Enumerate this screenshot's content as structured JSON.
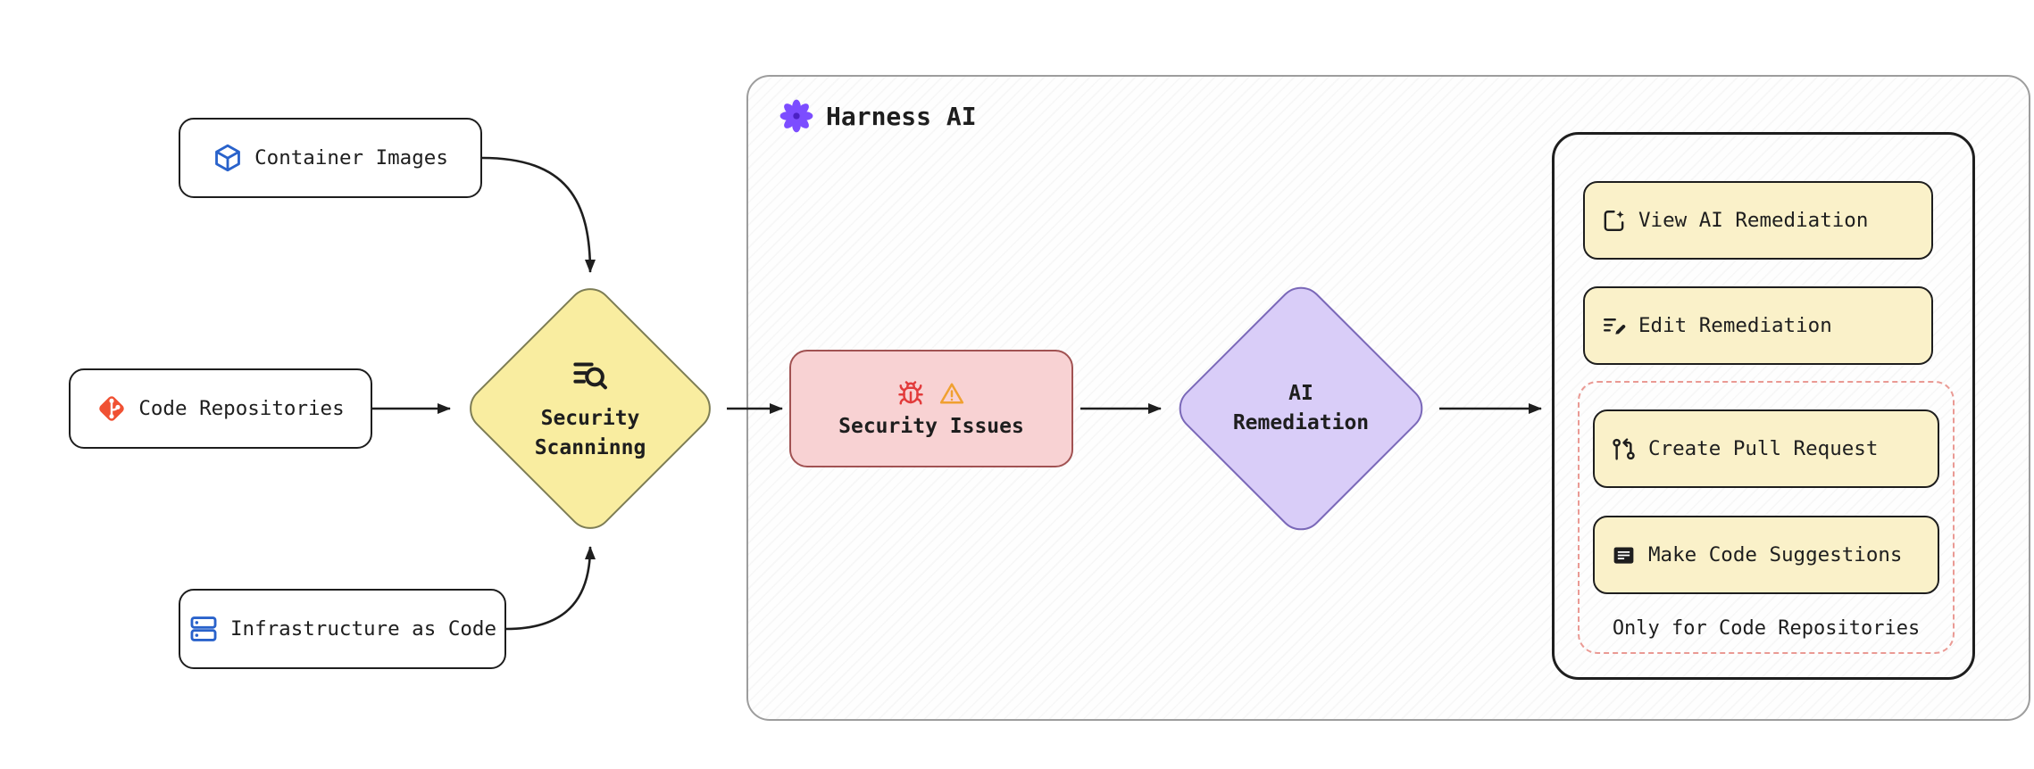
{
  "colors": {
    "ink": "#1e1e1e",
    "diamond-yellow-fill": "#f9eda0",
    "diamond-yellow-stroke": "#7d7d55",
    "button-yellow-fill": "#faf1c9",
    "issues-pink-fill": "#f8d2d3",
    "issues-pink-stroke": "#a15252",
    "remediation-purple-fill": "#d9cdf8",
    "remediation-purple-stroke": "#7a68b8",
    "dashed-pink": "#ea9a94",
    "container-gray": "#9d9d9d",
    "harness-purple": "#7c4dff",
    "git-red": "#f05133",
    "icon-blue": "#2962cb",
    "bug-red": "#e23b3b",
    "warning-orange": "#f0a030"
  },
  "sources": [
    {
      "label": "Container Images",
      "icon": "container-cube-icon"
    },
    {
      "label": "Code Repositories",
      "icon": "git-icon"
    },
    {
      "label": "Infrastructure as Code",
      "icon": "server-stack-icon"
    }
  ],
  "scanning": {
    "line1": "Security",
    "line2": "Scanninng",
    "icon": "scan-search-icon"
  },
  "issues": {
    "label": "Security Issues",
    "icons": [
      "bug-icon",
      "warning-icon"
    ]
  },
  "remediation": {
    "line1": "AI",
    "line2": "Remediation"
  },
  "harness": {
    "label": "Harness AI",
    "icon": "harness-ai-flower-icon"
  },
  "actions": [
    {
      "label": "View AI Remediation",
      "icon": "view-remediation-icon"
    },
    {
      "label": "Edit Remediation",
      "icon": "edit-remediation-icon"
    },
    {
      "label": "Create Pull Request",
      "icon": "pull-request-icon"
    },
    {
      "label": "Make Code Suggestions",
      "icon": "code-suggestions-icon"
    }
  ],
  "actions_note": "Only for Code Repositories"
}
